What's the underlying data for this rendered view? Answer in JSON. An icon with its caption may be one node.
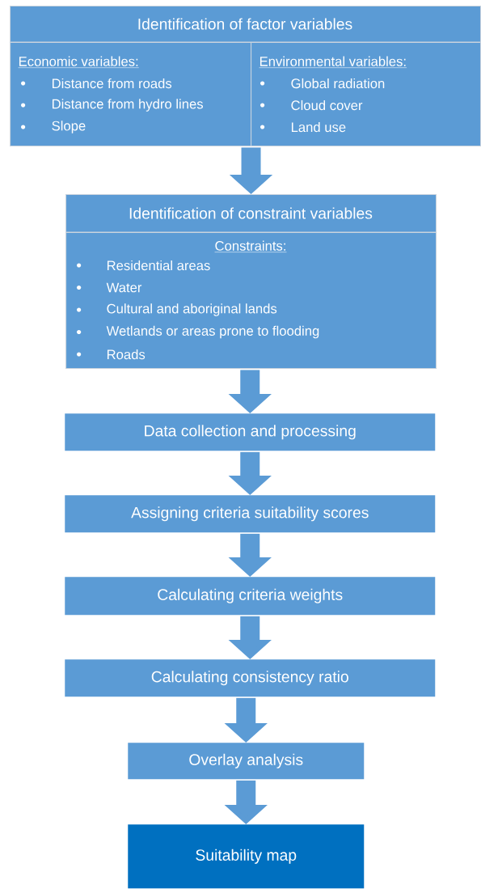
{
  "diagram": {
    "nodes": [
      {
        "text": [
          "Identification of factor variables"
        ]
      },
      {
        "text": [
          "Economic variables:",
          "Distance from roads",
          "Distance from hydro lines",
          "Slope"
        ],
        "in": 0
      },
      {
        "text": [
          "Environmental variables:",
          "Global radiation",
          "Cloud cover",
          "Land use"
        ],
        "in": 0
      },
      {
        "text": [
          "Identification of constraint variables"
        ]
      },
      {
        "text": [
          "Constraints:",
          "Residential areas",
          "Water",
          "Cultural and aboriginal lands",
          "Wetlands or areas prone to flooding",
          "Roads"
        ],
        "in": 3
      },
      {
        "text": [
          "Data collection and processing"
        ]
      },
      {
        "text": [
          "Assigning criteria suitability scores"
        ]
      },
      {
        "text": [
          "Calculating criteria weights"
        ]
      },
      {
        "text": [
          "Calculating consistency ratio"
        ]
      },
      {
        "text": [
          "Overlay analysis"
        ]
      },
      {
        "text": [
          "Suitability map"
        ]
      }
    ],
    "edges": [
      {
        "from": 0,
        "to": 3,
        "arrow": "to"
      },
      {
        "from": 3,
        "to": 5,
        "arrow": "to"
      },
      {
        "from": 5,
        "to": 6,
        "arrow": "to"
      },
      {
        "from": 6,
        "to": 7,
        "arrow": "to"
      },
      {
        "from": 7,
        "to": 8,
        "arrow": "to"
      },
      {
        "from": 8,
        "to": 9,
        "arrow": "to"
      },
      {
        "from": 9,
        "to": 10,
        "arrow": "to"
      }
    ]
  }
}
